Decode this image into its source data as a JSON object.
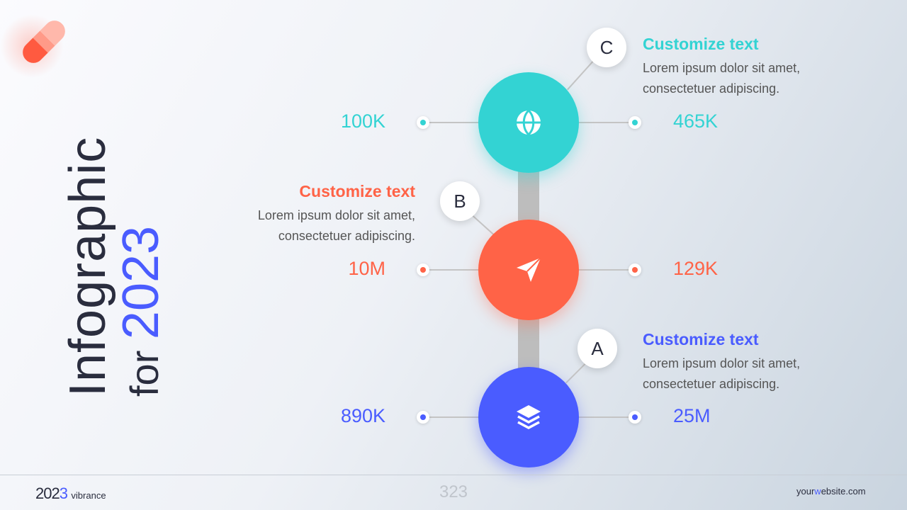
{
  "title": {
    "line1": "Infographic",
    "for": "for",
    "year": "2023"
  },
  "colors": {
    "teal": "#33d3d3",
    "orange": "#ff6347",
    "blue": "#4a5cff"
  },
  "steps": [
    {
      "letter": "C",
      "icon": "globe-icon",
      "left_value": "100K",
      "right_value": "465K",
      "heading": "Customize text",
      "line1": "Lorem ipsum dolor sit amet,",
      "line2": "consectetuer adipiscing."
    },
    {
      "letter": "B",
      "icon": "send-icon",
      "left_value": "10M",
      "right_value": "129K",
      "heading": "Customize text",
      "line1": "Lorem ipsum dolor sit amet,",
      "line2": "consectetuer adipiscing."
    },
    {
      "letter": "A",
      "icon": "layers-icon",
      "left_value": "890K",
      "right_value": "25M",
      "heading": "Customize text",
      "line1": "Lorem ipsum dolor sit amet,",
      "line2": "consectetuer adipiscing."
    }
  ],
  "footer": {
    "brand_year_a": "202",
    "brand_year_b": "3",
    "brand_name": "vibrance",
    "page": "323",
    "site_a": "your",
    "site_b": "w",
    "site_c": "ebsite.com"
  }
}
